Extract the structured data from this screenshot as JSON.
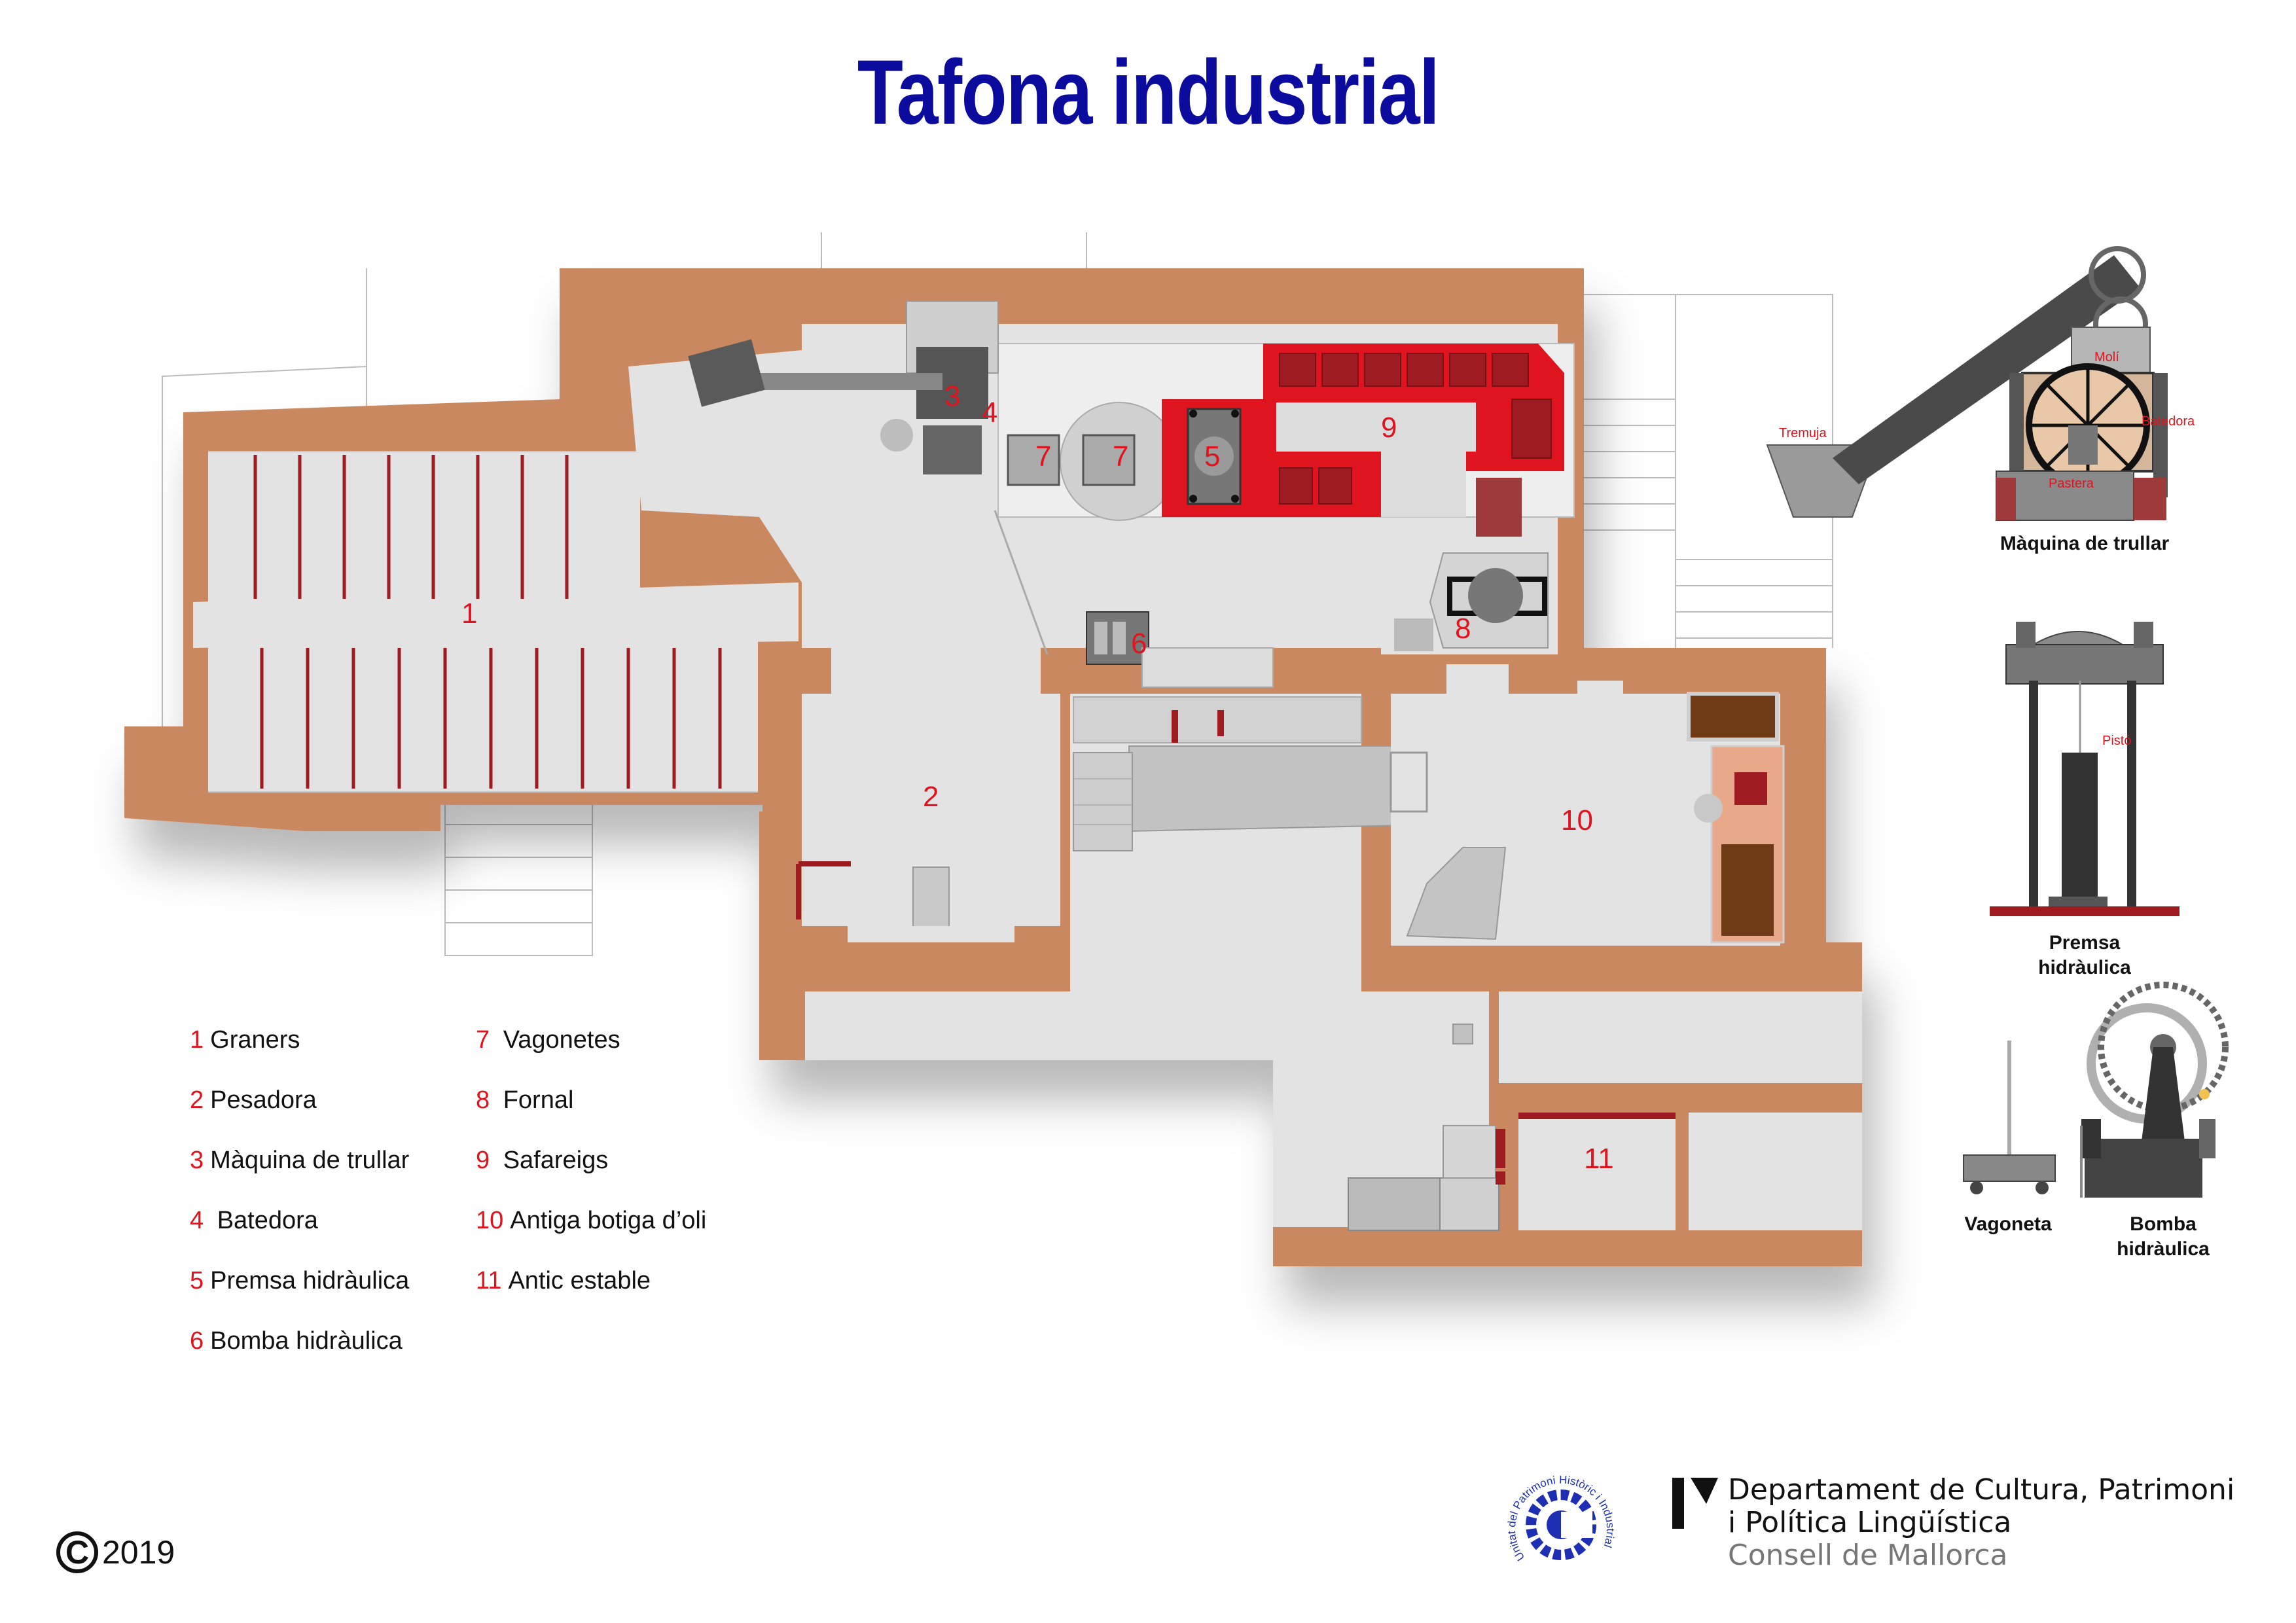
{
  "title": "Tafona industrial",
  "plan_labels": [
    "1",
    "2",
    "3",
    "4",
    "5",
    "6",
    "7",
    "7",
    "8",
    "9",
    "10",
    "11"
  ],
  "legend_left": [
    {
      "num": "1",
      "text": "Graners"
    },
    {
      "num": "2",
      "text": "Pesadora"
    },
    {
      "num": "3",
      "text": "Màquina de trullar"
    },
    {
      "num": "4",
      "text": " Batedora"
    },
    {
      "num": "5",
      "text": "Premsa hidràulica"
    },
    {
      "num": "6",
      "text": "Bomba hidràulica"
    }
  ],
  "legend_right": [
    {
      "num": "7",
      "text": " Vagonetes"
    },
    {
      "num": "8",
      "text": " Fornal"
    },
    {
      "num": "9",
      "text": " Safareigs"
    },
    {
      "num": "10",
      "text": "Antiga botiga d’oli"
    },
    {
      "num": "11",
      "text": "Antic estable"
    }
  ],
  "machines": {
    "trullar": {
      "caption": "Màquina de trullar",
      "tremuja": "Tremuja",
      "moli": "Molí",
      "batedora": "Batedora",
      "pastera": "Pastera"
    },
    "premsa": {
      "caption_1": "Premsa",
      "caption_2": "hidràulica",
      "pisto": "Pistó"
    },
    "vagoneta": {
      "caption": "Vagoneta"
    },
    "bomba": {
      "caption_1": "Bomba",
      "caption_2": "hidràulica"
    }
  },
  "copyright": {
    "symbol": "C",
    "year": "2019"
  },
  "seal_text": "Unitat del Patrimoni Històric i Industrial",
  "department": {
    "line1": "Departament de Cultura, Patrimoni",
    "line2": "i Política Lingüística",
    "line3": "Consell de Mallorca"
  },
  "colors": {
    "wall": "#c98860",
    "floor": "#e3e3e3",
    "press_area": "#e0141e",
    "dark_red": "#9e1b22",
    "title": "#0b0b9e",
    "label": "#e0141e"
  },
  "icons": [
    "copyright-icon",
    "department-logo-icon",
    "heritage-seal-icon"
  ]
}
